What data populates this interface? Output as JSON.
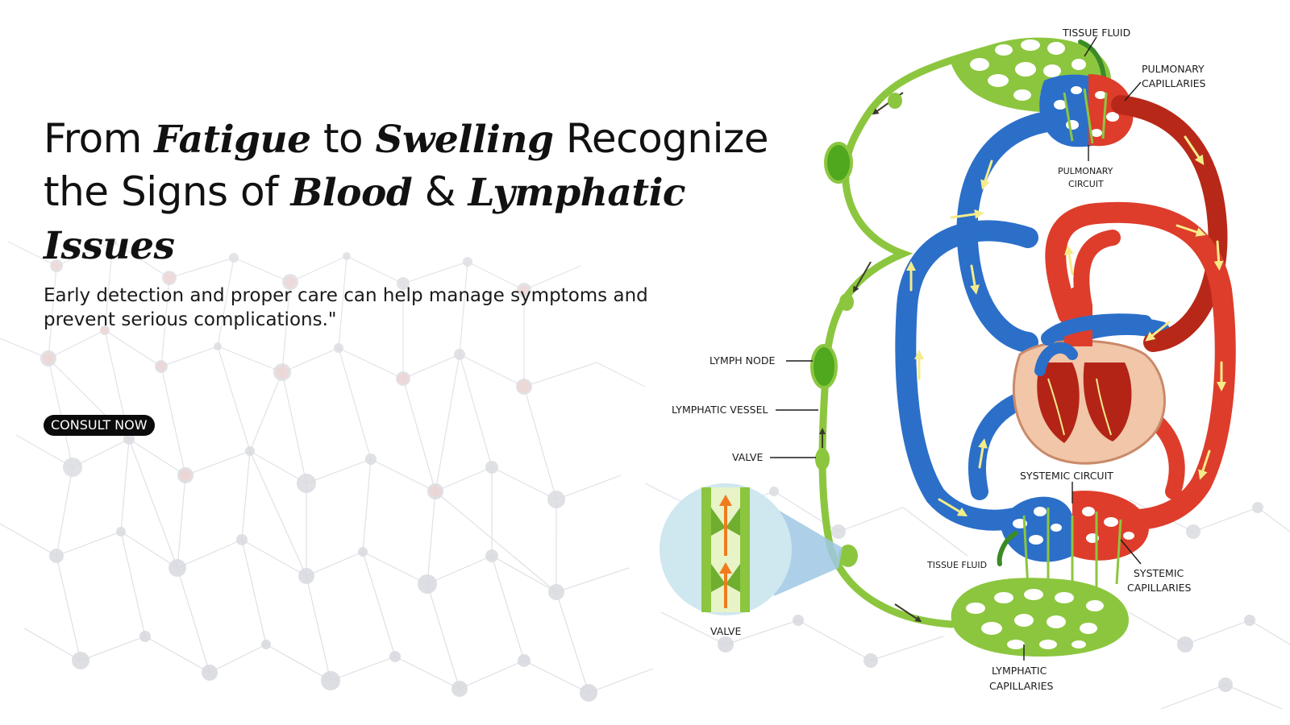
{
  "hero": {
    "title_parts": {
      "from": "From ",
      "fatigue": "Fatigue",
      "to": " to ",
      "swelling": "Swelling",
      "recognize": " Recognize",
      "the_signs_of": "the Signs of ",
      "blood": "Blood",
      "amp": " & ",
      "lymphatic_issues": "Lymphatic Issues"
    },
    "subtitle": "Early detection and proper care can help manage symptoms and prevent serious complications.\"",
    "cta_label": "CONSULT NOW"
  },
  "diagram": {
    "labels": {
      "tissue_fluid_top": "TISSUE FLUID",
      "pulmonary_capillaries_1": "PULMONARY",
      "pulmonary_capillaries_2": "CAPILLARIES",
      "pulmonary_circuit_1": "PULMONARY",
      "pulmonary_circuit_2": "CIRCUIT",
      "lymph_node": "LYMPH NODE",
      "lymphatic_vessel": "LYMPHATIC  VESSEL",
      "valve_side": "VALVE",
      "systemic_circuit": "SYSTEMIC CIRCUIT",
      "tissue_fluid_bottom": "TISSUE FLUID",
      "systemic_capillaries_1": "SYSTEMIC",
      "systemic_capillaries_2": "CAPILLARIES",
      "valve_zoom": "VALVE",
      "lymphatic_capillaries_1": "LYMPHATIC",
      "lymphatic_capillaries_2": "CAPILLARIES"
    },
    "colors": {
      "lymph": "#8cc63f",
      "lymph_node": "#4fa81e",
      "vein": "#2b6fc9",
      "artery": "#de3d2b",
      "artery_dark": "#b82819",
      "flow_arrow": "#f4ec8a",
      "valve_arrow": "#f07c1e",
      "zoom_bg": "#cfe7ef"
    }
  }
}
